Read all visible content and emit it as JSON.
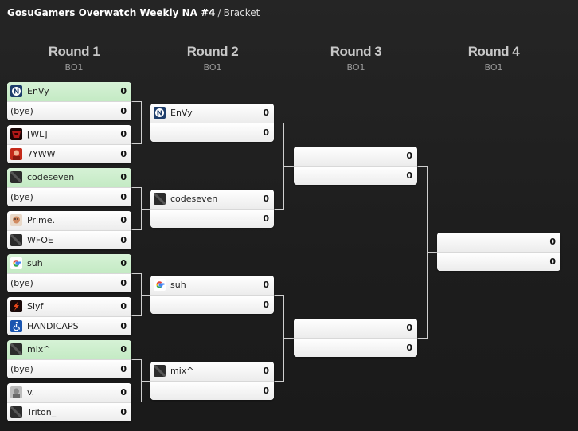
{
  "breadcrumb": {
    "title": "GosuGamers Overwatch Weekly NA #4",
    "separator": "/",
    "current": "Bracket"
  },
  "rounds": [
    {
      "title": "Round 1",
      "format": "BO1"
    },
    {
      "title": "Round 2",
      "format": "BO1"
    },
    {
      "title": "Round 3",
      "format": "BO1"
    },
    {
      "title": "Round 4",
      "format": "BO1"
    }
  ],
  "matches": {
    "r1": [
      [
        {
          "name": "EnVy",
          "score": "0",
          "logo": "envy-logo-icon",
          "win": true
        },
        {
          "name": "(bye)",
          "score": "0",
          "logo": "",
          "win": false
        }
      ],
      [
        {
          "name": "[WL]",
          "score": "0",
          "logo": "wl-logo-icon",
          "win": false
        },
        {
          "name": "7YWW",
          "score": "0",
          "logo": "7yww-logo-icon",
          "win": false
        }
      ],
      [
        {
          "name": "codeseven",
          "score": "0",
          "logo": "codeseven-logo-icon",
          "win": true
        },
        {
          "name": "(bye)",
          "score": "0",
          "logo": "",
          "win": false
        }
      ],
      [
        {
          "name": "Prime.",
          "score": "0",
          "logo": "prime-logo-icon",
          "win": false
        },
        {
          "name": "WFOE",
          "score": "0",
          "logo": "wfoe-logo-icon",
          "win": false
        }
      ],
      [
        {
          "name": "suh",
          "score": "0",
          "logo": "google-logo-icon",
          "win": true
        },
        {
          "name": "(bye)",
          "score": "0",
          "logo": "",
          "win": false
        }
      ],
      [
        {
          "name": "Slyf",
          "score": "0",
          "logo": "slyf-logo-icon",
          "win": false
        },
        {
          "name": "HANDICAPS",
          "score": "0",
          "logo": "wheelchair-icon",
          "win": false
        }
      ],
      [
        {
          "name": "mix^",
          "score": "0",
          "logo": "mix-logo-icon",
          "win": true
        },
        {
          "name": "(bye)",
          "score": "0",
          "logo": "",
          "win": false
        }
      ],
      [
        {
          "name": "v.",
          "score": "0",
          "logo": "v-logo-icon",
          "win": false
        },
        {
          "name": "Triton_",
          "score": "0",
          "logo": "triton-logo-icon",
          "win": false
        }
      ]
    ],
    "r2": [
      [
        {
          "name": "EnVy",
          "score": "0",
          "logo": "envy-logo-icon",
          "win": false
        },
        {
          "name": "",
          "score": "0",
          "logo": "",
          "win": false
        }
      ],
      [
        {
          "name": "codeseven",
          "score": "0",
          "logo": "codeseven-logo-icon",
          "win": false
        },
        {
          "name": "",
          "score": "0",
          "logo": "",
          "win": false
        }
      ],
      [
        {
          "name": "suh",
          "score": "0",
          "logo": "google-logo-icon",
          "win": false
        },
        {
          "name": "",
          "score": "0",
          "logo": "",
          "win": false
        }
      ],
      [
        {
          "name": "mix^",
          "score": "0",
          "logo": "mix-logo-icon",
          "win": false
        },
        {
          "name": "",
          "score": "0",
          "logo": "",
          "win": false
        }
      ]
    ],
    "r3": [
      [
        {
          "name": "",
          "score": "0",
          "logo": "",
          "win": false
        },
        {
          "name": "",
          "score": "0",
          "logo": "",
          "win": false
        }
      ],
      [
        {
          "name": "",
          "score": "0",
          "logo": "",
          "win": false
        },
        {
          "name": "",
          "score": "0",
          "logo": "",
          "win": false
        }
      ]
    ],
    "r4": [
      [
        {
          "name": "",
          "score": "0",
          "logo": "",
          "win": false
        },
        {
          "name": "",
          "score": "0",
          "logo": "",
          "win": false
        }
      ]
    ]
  },
  "colors": {
    "background": "#1f1f1f",
    "winner": "#c8ecc8",
    "connector": "#cfcfcf",
    "round_title": "#c8c8c8"
  }
}
